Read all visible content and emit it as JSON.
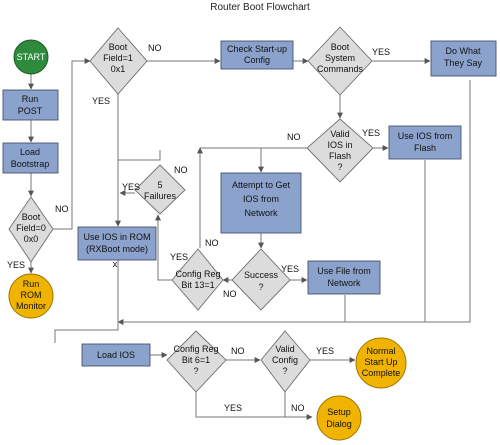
{
  "title": "Router Boot Flowchart",
  "nodes": {
    "start": [
      "START"
    ],
    "run_post": [
      "Run",
      "POST"
    ],
    "load_bootstrap": [
      "Load",
      "Bootstrap"
    ],
    "boot_field_0": [
      "Boot",
      "Field=0",
      "0x0"
    ],
    "run_rom_monitor": [
      "Run",
      "ROM",
      "Monitor"
    ],
    "boot_field_1": [
      "Boot",
      "Field=1",
      "0x1"
    ],
    "use_ios_rom": [
      "Use IOS in ROM",
      "(RXBoot mode)"
    ],
    "check_startup": [
      "Check Start-up",
      "Config"
    ],
    "boot_system": [
      "Boot",
      "System",
      "Commands"
    ],
    "do_what": [
      "Do What",
      "They Say"
    ],
    "valid_ios_flash": [
      "Valid",
      "IOS in",
      "Flash",
      "?"
    ],
    "use_ios_flash": [
      "Use IOS from",
      "Flash"
    ],
    "five_failures": [
      "5",
      "Failures"
    ],
    "attempt_network": [
      "Attempt to Get",
      "IOS from",
      "Network"
    ],
    "config_reg_13": [
      "Config Reg",
      "Bit 13=1"
    ],
    "success": [
      "Success",
      "?"
    ],
    "use_file_network": [
      "Use File from",
      "Network"
    ],
    "load_ios": [
      "Load IOS"
    ],
    "config_reg_6": [
      "Config Reg",
      "Bit 6=1",
      "?"
    ],
    "valid_config": [
      "Valid",
      "Config",
      "?"
    ],
    "normal_startup": [
      "Normal",
      "Start Up",
      "Complete"
    ],
    "setup_dialog": [
      "Setup",
      "Dialog"
    ]
  },
  "labels": {
    "no_bf1": "NO",
    "yes_bf1": "YES",
    "no_bf0": "NO",
    "yes_bf0": "YES",
    "yes_bsc": "YES",
    "no_vif": "NO",
    "yes_vif": "YES",
    "no_ff": "NO",
    "yes_ff": "YES",
    "yes_cr13": "YES",
    "no_cr13": "NO",
    "no_success": "NO",
    "yes_success": "YES",
    "no_cr6": "NO",
    "yes_cr6": "YES",
    "yes_vc": "YES",
    "no_vc": "NO",
    "x_mark": "x"
  },
  "colors": {
    "box": "#8ba2cc",
    "diamond": "#dcdcdc",
    "start": "#2e8b3d",
    "terminal": "#f0b400"
  }
}
